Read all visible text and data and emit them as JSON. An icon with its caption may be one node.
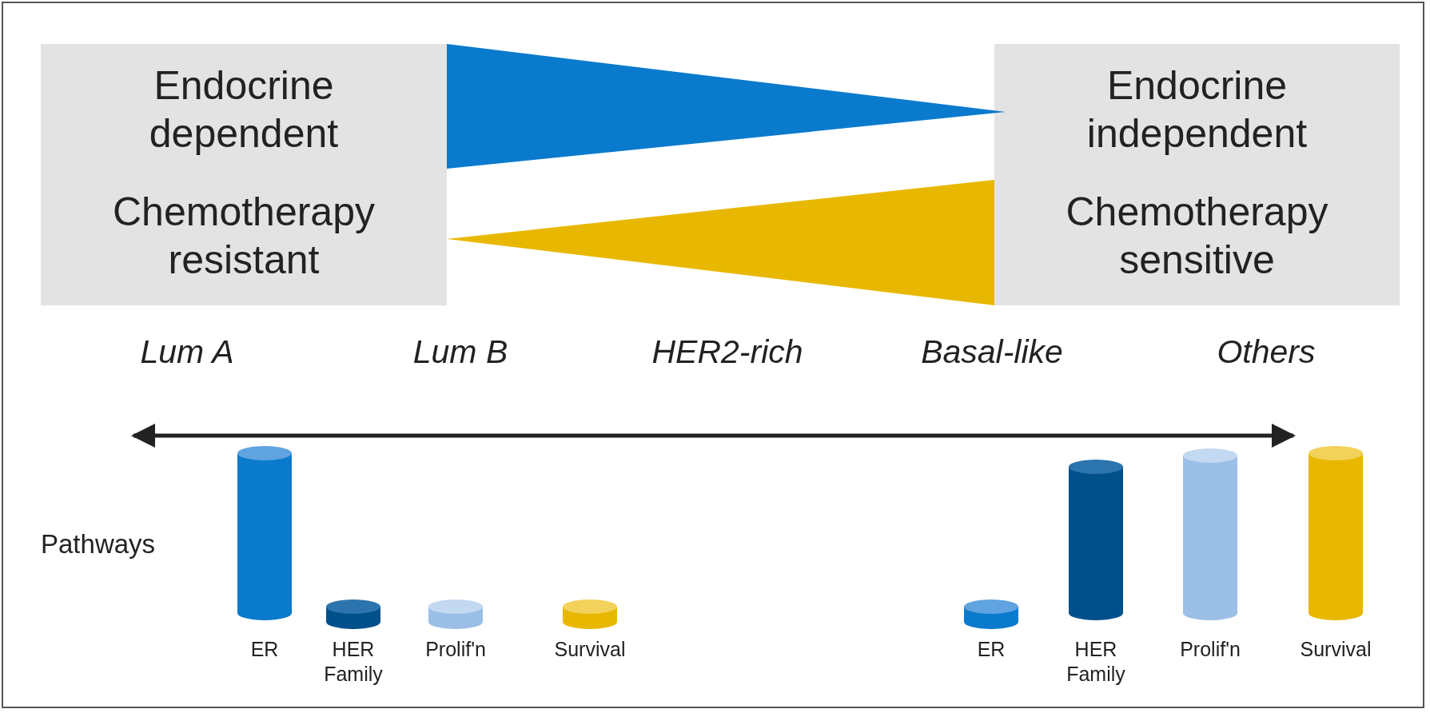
{
  "diagram": {
    "nodes": [
      {
        "text": [
          "Endocrine dependent",
          "Chemotherapy resistant"
        ]
      },
      {
        "text": [
          "Endocrine independent",
          "Chemotherapy sensitive"
        ]
      }
    ],
    "labels": [
      "Lum A",
      "Lum B",
      "HER2-rich",
      "Basal-like",
      "Others",
      "Pathways",
      "ER",
      "HER Family",
      "Prolif'n",
      "Survival",
      "ER",
      "HER Family",
      "Prolif'n",
      "Survival"
    ]
  }
}
